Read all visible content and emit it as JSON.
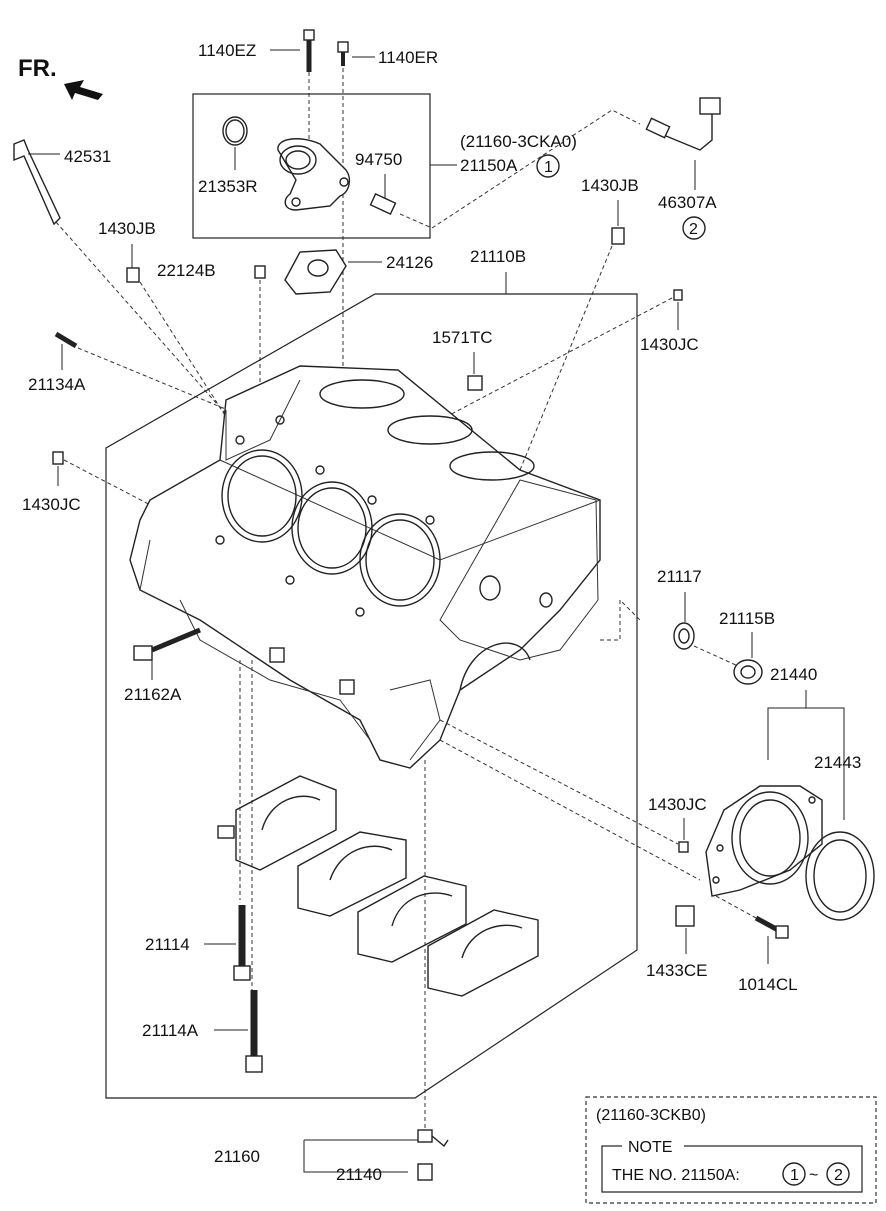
{
  "direction": "FR.",
  "labels": {
    "p1140EZ": "1140EZ",
    "p1140ER": "1140ER",
    "p42531": "42531",
    "p21353R": "21353R",
    "p94750": "94750",
    "p21160_3CKA0": "(21160-3CKA0)",
    "p21150A": "21150A",
    "p46307A": "46307A",
    "p1430JB_left": "1430JB",
    "p1430JB_right": "1430JB",
    "p22124B": "22124B",
    "p24126": "24126",
    "p21110B": "21110B",
    "p1571TC": "1571TC",
    "p1430JC_topright": "1430JC",
    "p21134A": "21134A",
    "p1430JC_left": "1430JC",
    "p21117": "21117",
    "p21115B": "21115B",
    "p21162A": "21162A",
    "p21440": "21440",
    "p21443": "21443",
    "p1430JC_mid": "1430JC",
    "p21114": "21114",
    "p1433CE": "1433CE",
    "p1014CL": "1014CL",
    "p21114A": "21114A",
    "p21160": "21160",
    "p21140": "21140"
  },
  "circled": {
    "one": "1",
    "two": "2"
  },
  "note_box": {
    "header": "(21160-3CKB0)",
    "title": "NOTE",
    "text": "THE NO. 21150A:",
    "tilde": "~"
  }
}
